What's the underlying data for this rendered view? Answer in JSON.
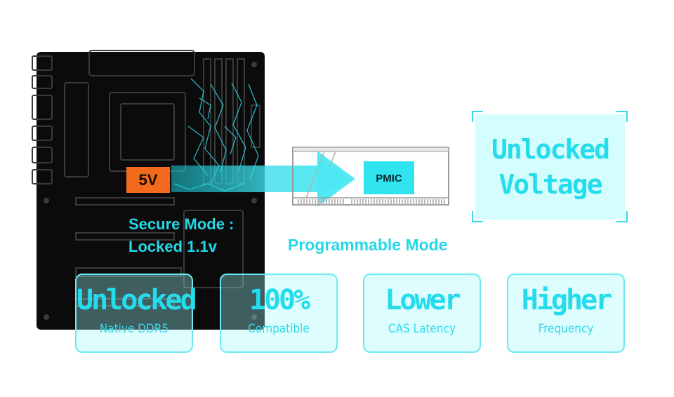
{
  "board": {
    "voltage_badge": "5V",
    "secure_mode": [
      "Secure Mode :",
      "Locked 1.1v"
    ]
  },
  "memory": {
    "pmic_label": "PMIC",
    "mode_label": "Programmable Mode"
  },
  "voltage_box": {
    "lines": [
      "Unlocked",
      "Voltage"
    ]
  },
  "features": [
    {
      "title": "Unlocked",
      "subtitle": "Native DDR5"
    },
    {
      "title": "100%",
      "subtitle": "Compatible"
    },
    {
      "title": "Lower",
      "subtitle": "CAS Latency"
    },
    {
      "title": "Higher",
      "subtitle": "Frequency"
    }
  ],
  "colors": {
    "accent": "#25d8e8",
    "badge": "#f26a1b",
    "board": "#0b0b0b"
  }
}
